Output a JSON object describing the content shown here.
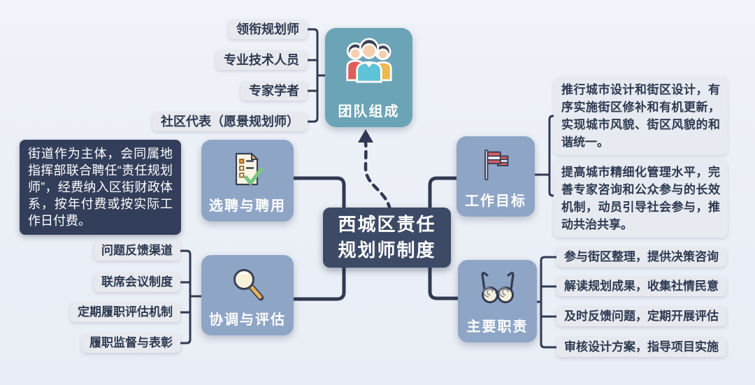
{
  "center": {
    "title": "西城区责任规划师制度"
  },
  "team": {
    "label": "团队组成",
    "icon": "team-people-icon",
    "members": [
      "领衔规划师",
      "专业技术人员",
      "专家学者",
      "社区代表（愿景规划师）"
    ]
  },
  "recruitment": {
    "label": "选聘与聘用",
    "icon": "checklist-icon",
    "note": "街道作为主体，会同属地指挥部联合聘任“责任规划师”，经费纳入区街财政体系，按年付费或按实际工作日付费。"
  },
  "coordination": {
    "label": "协调与评估",
    "icon": "magnifier-icon",
    "items": [
      "问题反馈渠道",
      "联席会议制度",
      "定期履职评估机制",
      "履职监督与表彰"
    ]
  },
  "goals": {
    "label": "工作目标",
    "icon": "flag-icon",
    "items": [
      "推行城市设计和街区设计，有序实施街区修补和有机更新，实现城市风貌、街区风貌的和谐统一。",
      "提高城市精细化管理水平，完善专家咨询和公众参与的长效机制，动员引导社会参与，推动共治共享。"
    ]
  },
  "duties": {
    "label": "主要职责",
    "icon": "glasses-icon",
    "items": [
      "参与街区整理，提供决策咨询",
      "解读规划成果，收集社情民意",
      "及时反馈问题，定期开展评估",
      "审核设计方案，指导项目实施"
    ]
  },
  "colors": {
    "background": "#edf0f6",
    "center_node": "#3d4a66",
    "category_node": "#8ea5c6",
    "team_node": "#6ba4b6",
    "label_chip": "#e7e9ee",
    "note_box": "#333e5a",
    "connector": "#303a52",
    "chip_text": "#2e3a52"
  }
}
